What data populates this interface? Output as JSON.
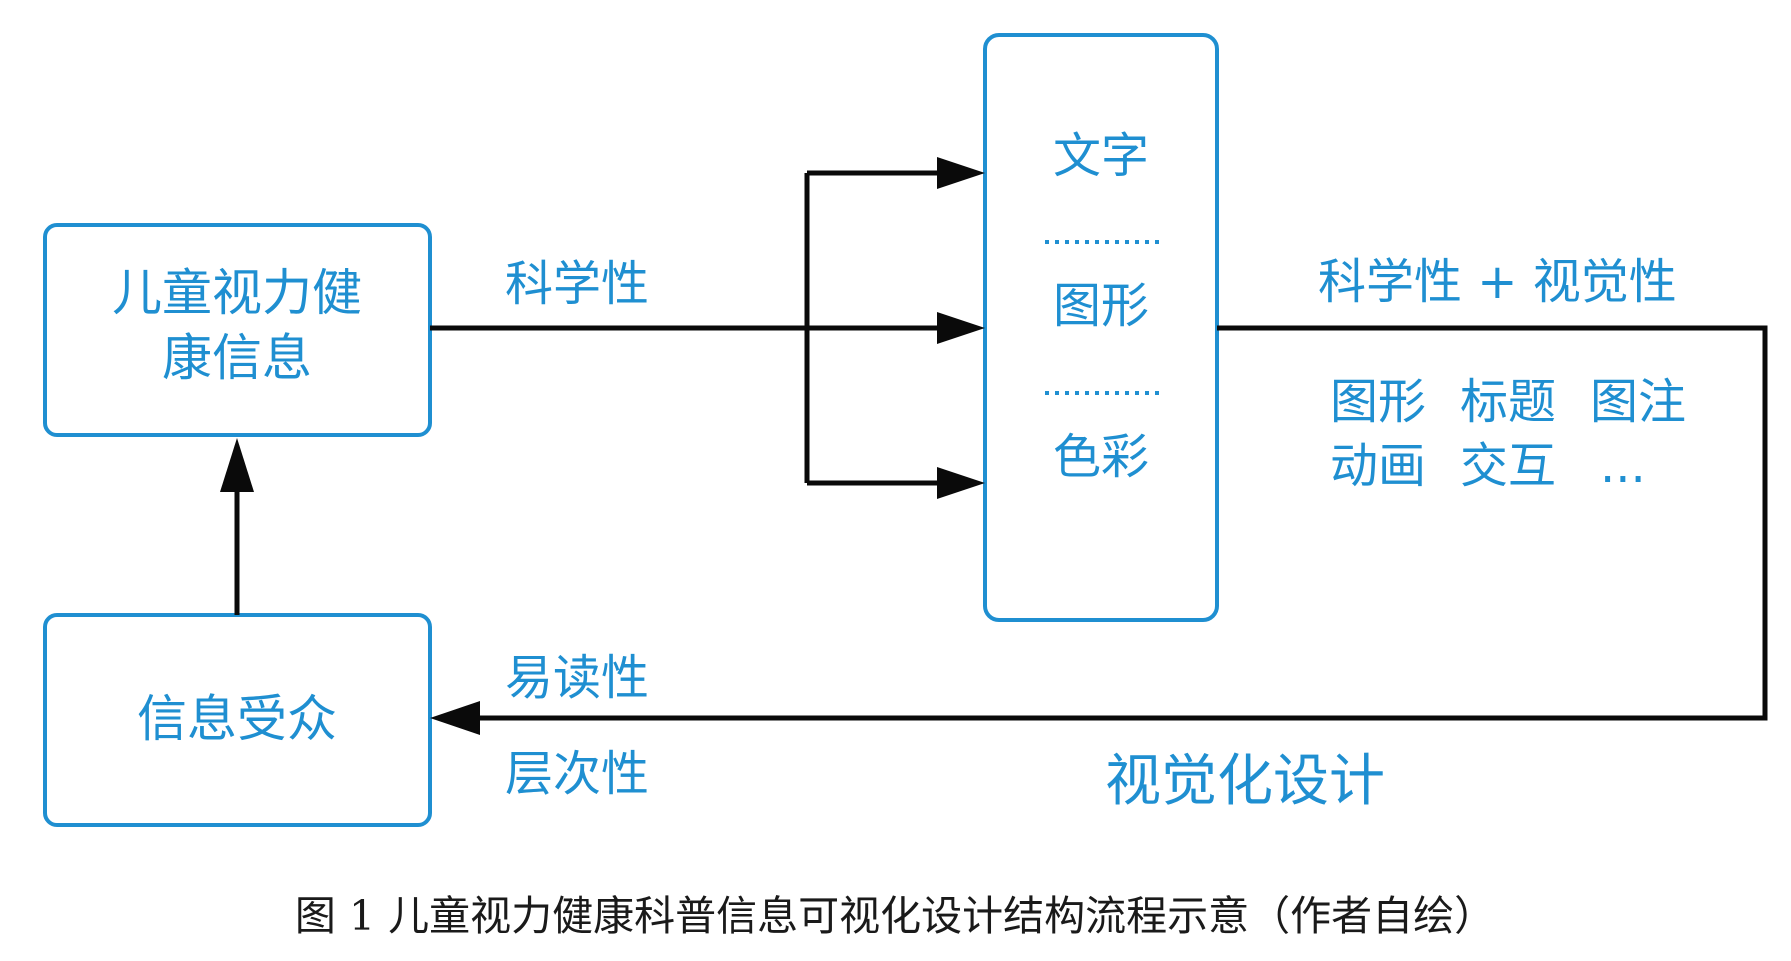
{
  "nodes": {
    "info": [
      "儿童视力健",
      "康信息"
    ],
    "audience": "信息受众",
    "design_items": [
      "文字",
      "图形",
      "色彩"
    ]
  },
  "labels": {
    "scientific": "科学性",
    "scientific_visual": "科学性 + 视觉性",
    "elements_row1": [
      "图形",
      "标题",
      "图注"
    ],
    "elements_row2": [
      "动画",
      "交互",
      "..."
    ],
    "readability": "易读性",
    "hierarchy": "层次性",
    "visual_design": "视觉化设计"
  },
  "caption": "图 1 儿童视力健康科普信息可视化设计结构流程示意（作者自绘）",
  "colors": {
    "accent": "#1f8fd1",
    "arrow": "#0a0a0a"
  }
}
